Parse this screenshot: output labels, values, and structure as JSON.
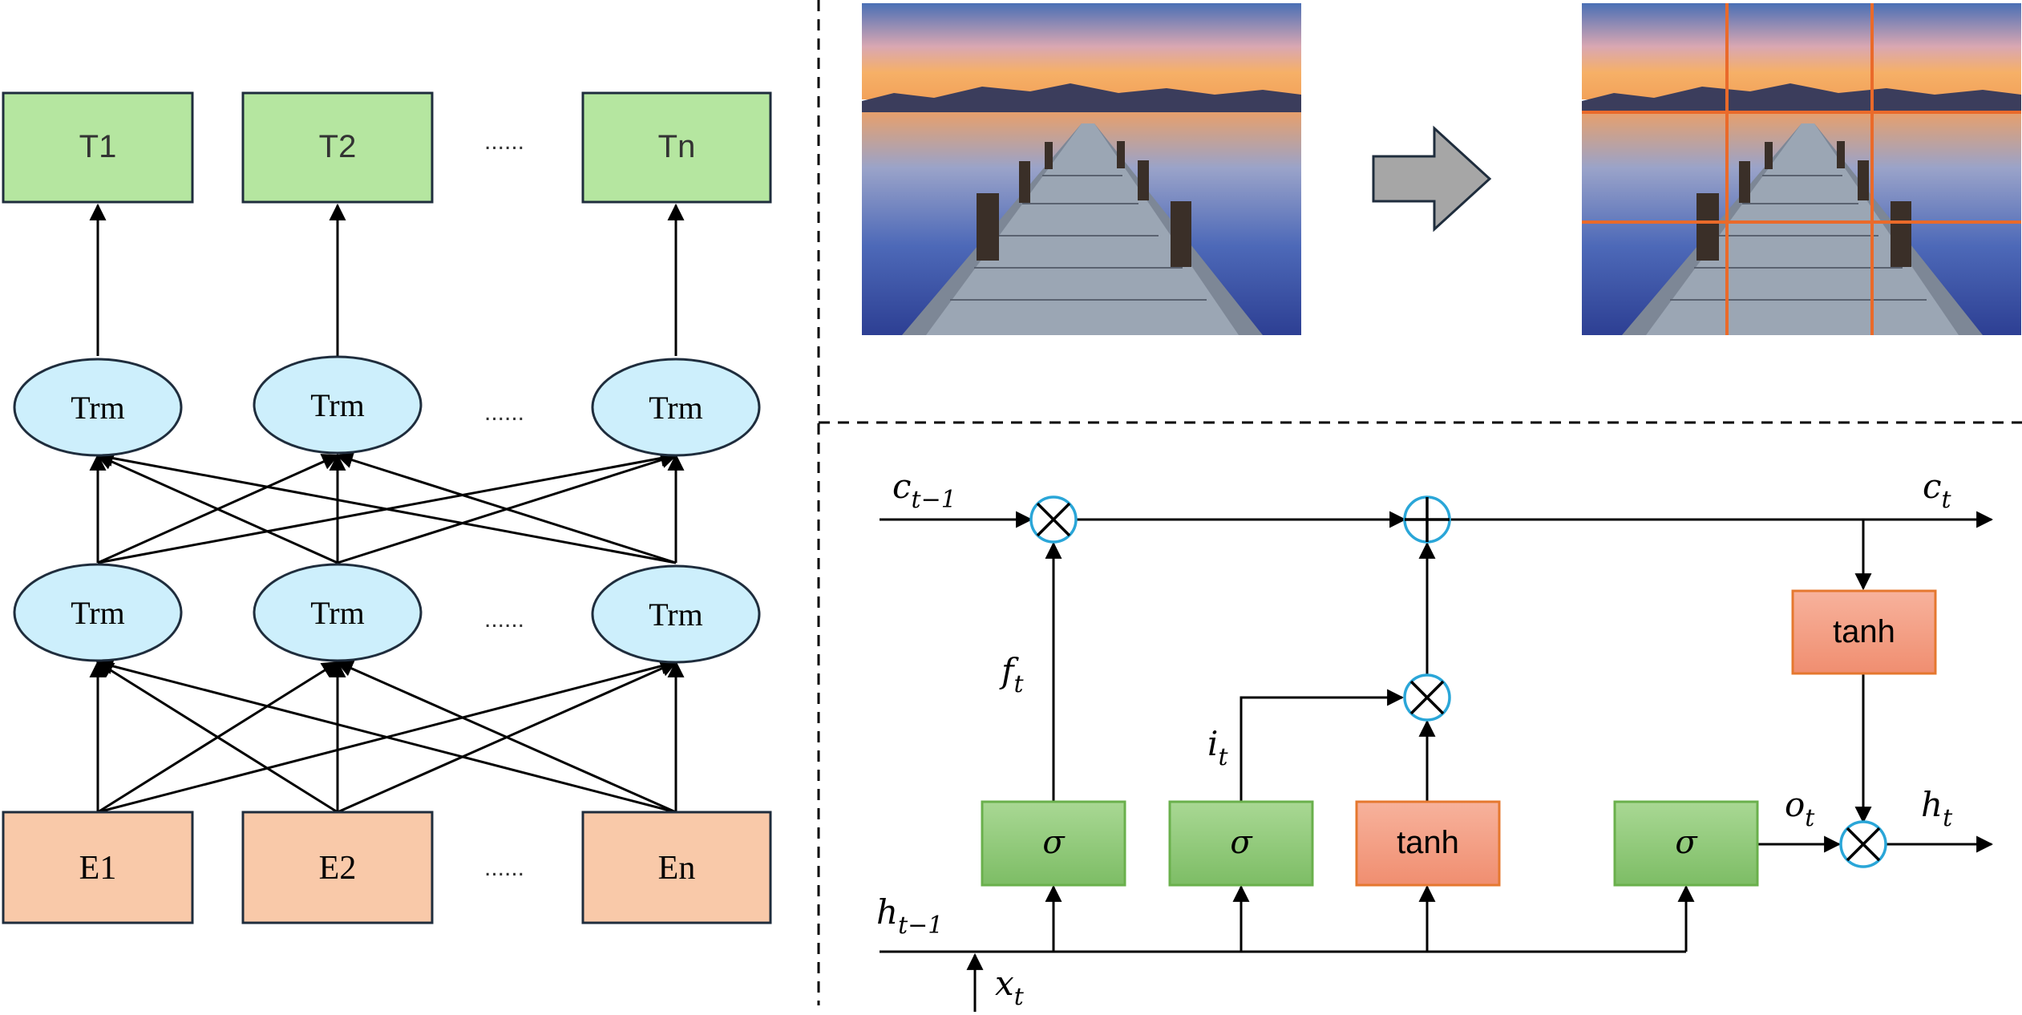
{
  "colors": {
    "output_fill": "#b5e6a0",
    "trm_fill": "#cdeffc",
    "embed_fill": "#f9c9a9",
    "gate_fill": "#8ec97a",
    "gate_stroke": "#6ab04c",
    "tanh_fill": "#f39c82",
    "tanh_stroke": "#e5782f",
    "op_stroke": "#2aa6d8",
    "grid_line": "#ea6a2a",
    "arrow_fill": "#a6a6a6"
  },
  "bert": {
    "outputs": [
      "T1",
      "T2",
      "Tn"
    ],
    "upper_layer": [
      "Trm",
      "Trm",
      "Trm"
    ],
    "lower_layer": [
      "Trm",
      "Trm",
      "Trm"
    ],
    "inputs": [
      "E1",
      "E2",
      "En"
    ],
    "ellipsis": "......"
  },
  "image_panel": {
    "left_image": "lake-pier-photo",
    "right_image": "lake-pier-photo-with-grid",
    "arrow_icon": "right-arrow-icon"
  },
  "lstm": {
    "labels": {
      "c_prev": "c",
      "c_prev_sub": "t−1",
      "c_t": "c",
      "c_t_sub": "t",
      "h_prev": "h",
      "h_prev_sub": "t−1",
      "x_t": "x",
      "x_t_sub": "t",
      "f_t": "f",
      "f_t_sub": "t",
      "i_t": "i",
      "i_t_sub": "t",
      "o_t": "o",
      "o_t_sub": "t",
      "h_t": "h",
      "h_t_sub": "t"
    },
    "gates": {
      "forget": "σ",
      "input": "σ",
      "candidate": "tanh",
      "output": "σ",
      "cell_tanh": "tanh"
    }
  }
}
